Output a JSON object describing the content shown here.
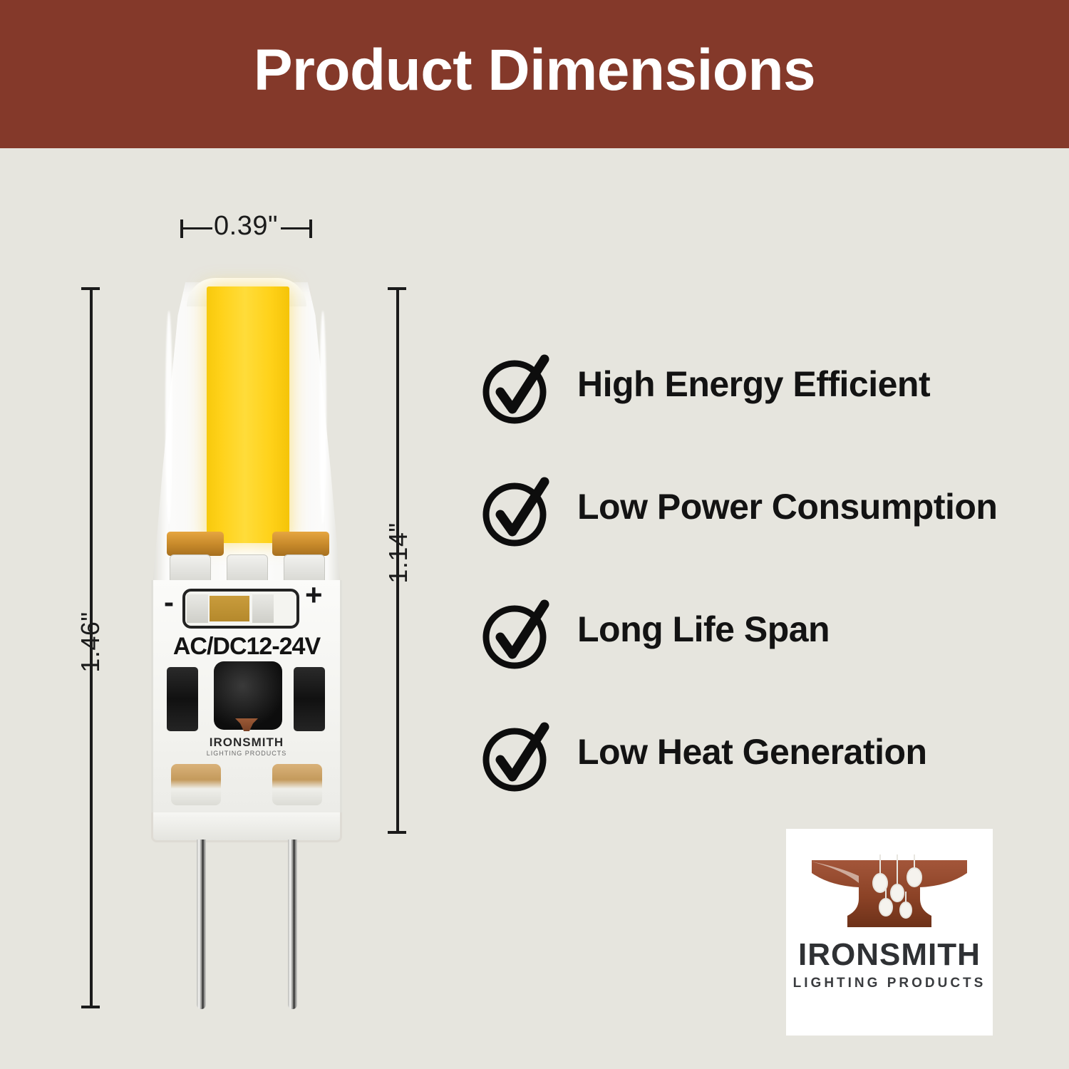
{
  "header": {
    "title": "Product Dimensions",
    "background_color": "#84392a",
    "text_color": "#ffffff"
  },
  "page": {
    "background_color": "#e6e5de"
  },
  "dimensions": {
    "width": {
      "label": "0.39\"",
      "name": "bulb-width"
    },
    "overall_height": {
      "label": "1.46\"",
      "name": "bulb-overall-height"
    },
    "body_height": {
      "label": "1.14\"",
      "name": "bulb-body-height"
    }
  },
  "product": {
    "voltage_label": "AC/DC12-24V",
    "polarity_negative": "-",
    "polarity_positive": "+",
    "pcb_brand": "IRONSMITH",
    "pcb_brand_sub": "LIGHTING PRODUCTS",
    "led_color": "#ffd21a"
  },
  "features": [
    {
      "icon": "check-circle-icon",
      "label": "High Energy Efficient"
    },
    {
      "icon": "check-circle-icon",
      "label": "Low Power Consumption"
    },
    {
      "icon": "check-circle-icon",
      "label": "Long Life Span"
    },
    {
      "icon": "check-circle-icon",
      "label": "Low Heat Generation"
    }
  ],
  "logo": {
    "wordmark": "IRONSMITH",
    "tagline": "LIGHTING PRODUCTS",
    "anvil_color": "#8b4a2b",
    "card_background": "#ffffff"
  }
}
